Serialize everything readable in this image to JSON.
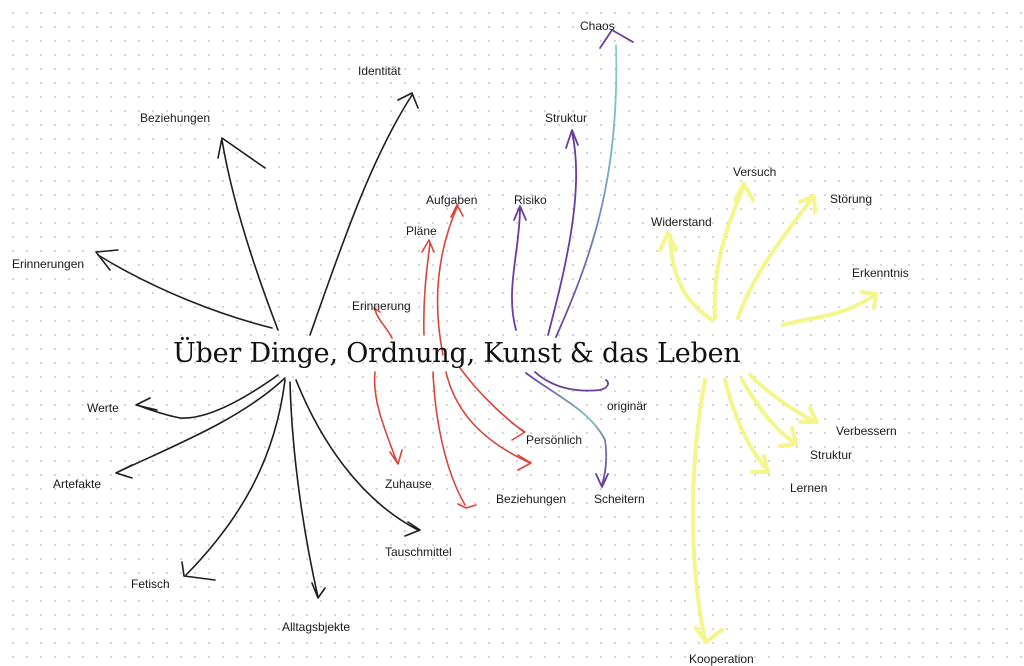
{
  "title": "Über Dinge, Ordnung, Kunst & das Leben",
  "colors": {
    "black": "#1e1e1e",
    "red": "#d9453a",
    "purple": "#6a3d9a",
    "teal": "#7cc2bd",
    "yellow": "#f4f58a",
    "grid_dot": "#d4d4d4"
  },
  "branches": {
    "black": [
      "Identität",
      "Beziehungen",
      "Erinnerungen",
      "Werte",
      "Artefakte",
      "Fetisch",
      "Alltagsbjekte",
      "Tauschmittel"
    ],
    "red": [
      "Aufgaben",
      "Pläne",
      "Erinnerung",
      "Zuhause",
      "Beziehungen",
      "Persönlich"
    ],
    "purple": [
      "Chaos",
      "Struktur",
      "Risiko",
      "originär",
      "Scheitern"
    ],
    "yellow": [
      "Versuch",
      "Störung",
      "Widerstand",
      "Erkenntnis",
      "Verbessern",
      "Struktur",
      "Lernen",
      "Kooperation"
    ]
  }
}
